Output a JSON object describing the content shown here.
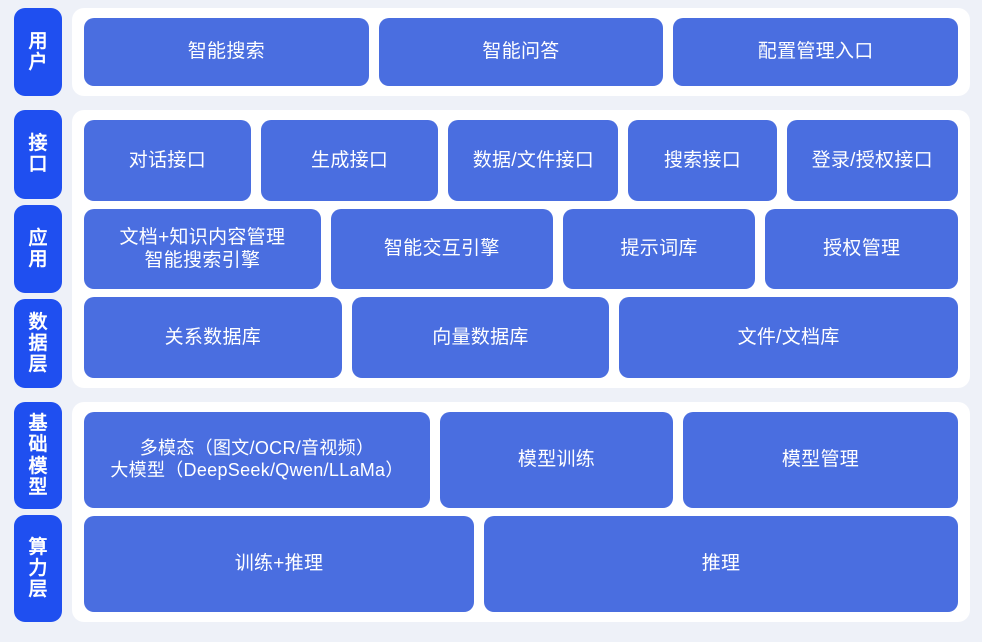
{
  "theme": {
    "page_background": "#eef1f8",
    "panel_background": "#ffffff",
    "layer_tab_color": "#1f4ff0",
    "node_color": "#4a6ee0",
    "text_color": "#ffffff"
  },
  "sections": {
    "user": {
      "layers": [
        {
          "label": "用户"
        }
      ],
      "nodes": [
        {
          "label": "智能搜索"
        },
        {
          "label": "智能问答"
        },
        {
          "label": "配置管理入口"
        }
      ]
    },
    "platform": {
      "layers": [
        {
          "label": "接口"
        },
        {
          "label": "应用"
        },
        {
          "label": "数据层"
        }
      ],
      "interface_nodes": [
        {
          "label": "对话接口"
        },
        {
          "label": "生成接口"
        },
        {
          "label": "数据/文件接口"
        },
        {
          "label": "搜索接口"
        },
        {
          "label": "登录/授权接口"
        }
      ],
      "application_nodes": [
        {
          "label": "文档+知识内容管理",
          "label2": "智能搜索引擎"
        },
        {
          "label": "智能交互引擎"
        },
        {
          "label": "提示词库"
        },
        {
          "label": "授权管理"
        }
      ],
      "data_nodes": [
        {
          "label": "关系数据库"
        },
        {
          "label": "向量数据库"
        },
        {
          "label": "文件/文档库"
        }
      ]
    },
    "infra": {
      "layers": [
        {
          "label": "基础模型"
        },
        {
          "label": "算力层"
        }
      ],
      "model_nodes": [
        {
          "label": "多模态（图文/OCR/音视频）",
          "label2": "大模型（DeepSeek/Qwen/LLaMa）"
        },
        {
          "label": "模型训练"
        },
        {
          "label": "模型管理"
        }
      ],
      "compute_nodes": [
        {
          "label": "训练+推理"
        },
        {
          "label": "推理"
        }
      ]
    }
  }
}
